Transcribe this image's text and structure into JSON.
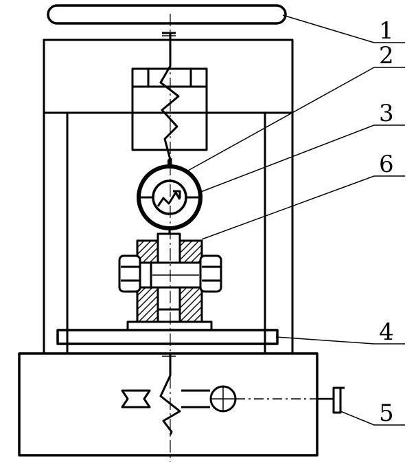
{
  "figure": {
    "type": "technical-schematic",
    "ink_color": "#000000",
    "background": "#ffffff"
  },
  "callouts": [
    {
      "number": "1",
      "points_to": "handwheel"
    },
    {
      "number": "2",
      "points_to": "dynamometer-ring"
    },
    {
      "number": "3",
      "points_to": "dial-indicator"
    },
    {
      "number": "6",
      "points_to": "bolted-joint-specimen"
    },
    {
      "number": "4",
      "points_to": "base-plate"
    },
    {
      "number": "5",
      "points_to": "side-handle"
    }
  ]
}
